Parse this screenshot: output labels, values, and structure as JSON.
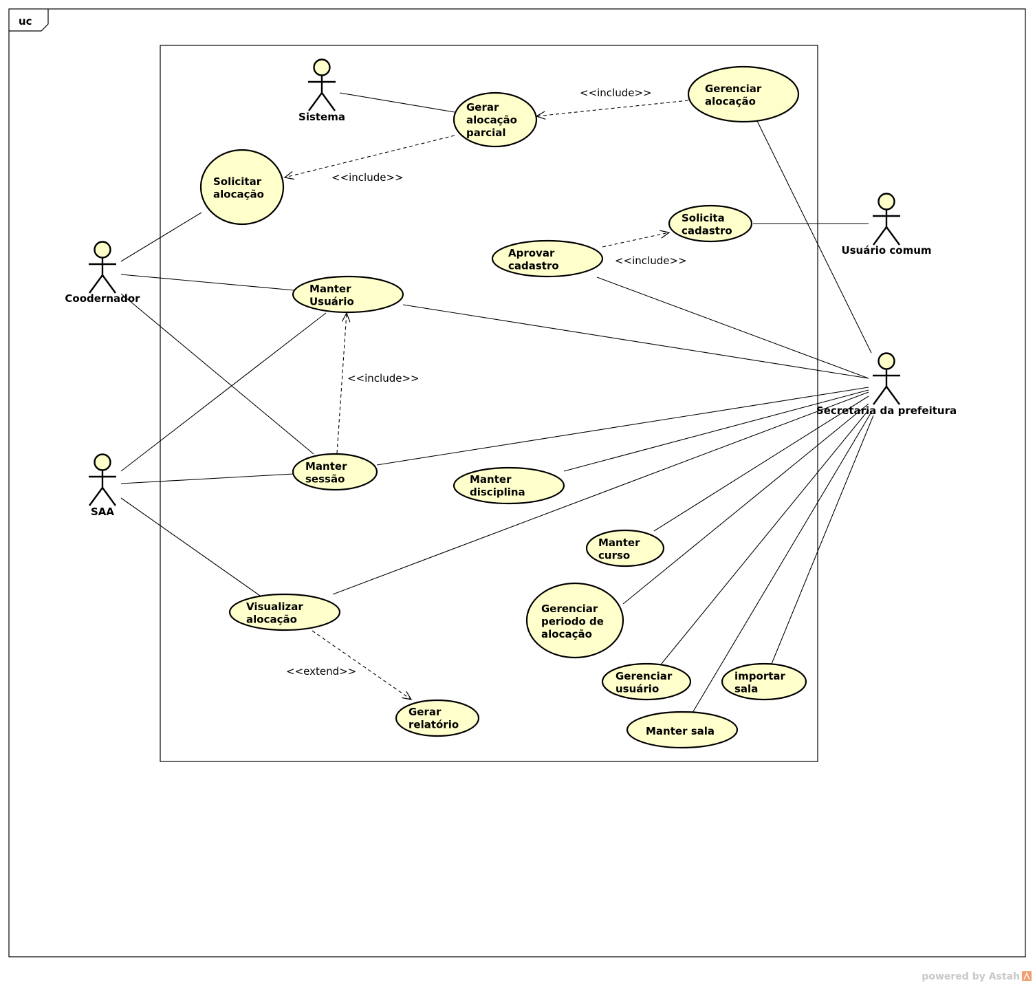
{
  "frame": {
    "label": "uc"
  },
  "watermark": {
    "text": "powered by Astah"
  },
  "colors": {
    "usecase_fill": "#ffffcc",
    "stroke": "#000000",
    "watermark": "#c8c8c8",
    "astah_logo": "#f0a070"
  },
  "actors": [
    {
      "id": "sistema",
      "name": "Sistema"
    },
    {
      "id": "coodernador",
      "name": "Coodernador"
    },
    {
      "id": "saa",
      "name": "SAA"
    },
    {
      "id": "usuario_comum",
      "name": "Usuário comum"
    },
    {
      "id": "secretaria",
      "name": "Secretaria da prefeitura"
    }
  ],
  "use_cases": [
    {
      "id": "gerar_parcial",
      "lines": [
        "Gerar",
        "alocação",
        "parcial"
      ]
    },
    {
      "id": "gerenciar_alocacao",
      "lines": [
        "Gerenciar",
        "alocação"
      ]
    },
    {
      "id": "solicitar_alocacao",
      "lines": [
        "Solicitar",
        "alocação"
      ]
    },
    {
      "id": "solicita_cadastro",
      "lines": [
        "Solicita",
        "cadastro"
      ]
    },
    {
      "id": "aprovar_cadastro",
      "lines": [
        "Aprovar",
        "cadastro"
      ]
    },
    {
      "id": "manter_usuario",
      "lines": [
        "Manter",
        "Usuário"
      ]
    },
    {
      "id": "manter_sessao",
      "lines": [
        "Manter",
        "sessão"
      ]
    },
    {
      "id": "manter_disciplina",
      "lines": [
        "Manter",
        "disciplina"
      ]
    },
    {
      "id": "manter_curso",
      "lines": [
        "Manter",
        "curso"
      ]
    },
    {
      "id": "visualizar_alocacao",
      "lines": [
        "Visualizar",
        "alocação"
      ]
    },
    {
      "id": "gerenciar_periodo",
      "lines": [
        "Gerenciar",
        "periodo de",
        "alocação"
      ]
    },
    {
      "id": "gerenciar_usuario",
      "lines": [
        "Gerenciar",
        "usuário"
      ]
    },
    {
      "id": "importar_sala",
      "lines": [
        "importar",
        "sala"
      ]
    },
    {
      "id": "manter_sala",
      "lines": [
        "Manter sala"
      ]
    },
    {
      "id": "gerar_relatorio",
      "lines": [
        "Gerar",
        "relatório"
      ]
    }
  ],
  "associations": [
    {
      "from": "sistema",
      "to": "gerar_parcial"
    },
    {
      "from": "gerenciar_alocacao",
      "to": "secretaria"
    },
    {
      "from": "solicita_cadastro",
      "to": "usuario_comum"
    },
    {
      "from": "coodernador",
      "to": "solicitar_alocacao"
    },
    {
      "from": "coodernador",
      "to": "manter_usuario"
    },
    {
      "from": "coodernador",
      "to": "manter_sessao"
    },
    {
      "from": "saa",
      "to": "manter_usuario"
    },
    {
      "from": "saa",
      "to": "manter_sessao"
    },
    {
      "from": "saa",
      "to": "visualizar_alocacao"
    },
    {
      "from": "aprovar_cadastro",
      "to": "secretaria"
    },
    {
      "from": "manter_usuario",
      "to": "secretaria"
    },
    {
      "from": "manter_sessao",
      "to": "secretaria"
    },
    {
      "from": "manter_disciplina",
      "to": "secretaria"
    },
    {
      "from": "visualizar_alocacao",
      "to": "secretaria"
    },
    {
      "from": "manter_curso",
      "to": "secretaria"
    },
    {
      "from": "gerenciar_periodo",
      "to": "secretaria"
    },
    {
      "from": "gerenciar_usuario",
      "to": "secretaria"
    },
    {
      "from": "manter_sala",
      "to": "secretaria"
    },
    {
      "from": "importar_sala",
      "to": "secretaria"
    }
  ],
  "dependencies": [
    {
      "from": "gerenciar_alocacao",
      "to": "gerar_parcial",
      "stereotype": "<<include>>"
    },
    {
      "from": "gerar_parcial",
      "to": "solicitar_alocacao",
      "stereotype": "<<include>>"
    },
    {
      "from": "aprovar_cadastro",
      "to": "solicita_cadastro",
      "stereotype": "<<include>>"
    },
    {
      "from": "manter_sessao",
      "to": "manter_usuario",
      "stereotype": "<<include>>"
    },
    {
      "from": "visualizar_alocacao",
      "to": "gerar_relatorio",
      "stereotype": "<<extend>>"
    }
  ]
}
